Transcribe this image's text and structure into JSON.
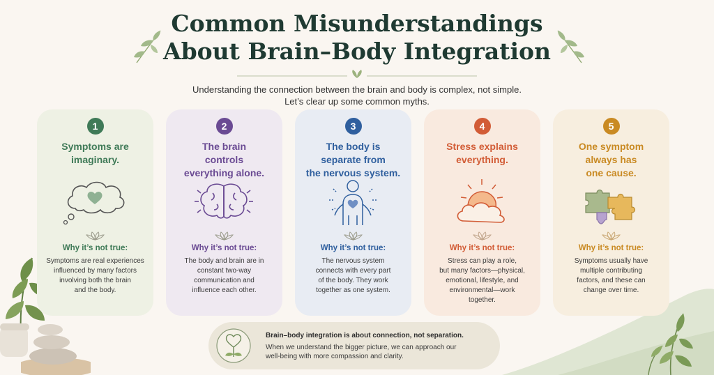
{
  "header": {
    "title_line1": "Common Misunderstandings",
    "title_line2": "About Brain–Body Integration",
    "subtitle_line1": "Understanding the connection between the brain and body is complex, not simple.",
    "subtitle_line2": "Let’s clear up some common myths."
  },
  "cards": [
    {
      "number": "1",
      "myth_line1": "Symptoms are",
      "myth_line2": "imaginary.",
      "myth_line3": "",
      "why": "Why it’s not true:",
      "expl_line1": "Symptoms are real experiences",
      "expl_line2": "influenced by many factors",
      "expl_line3": "involving both the brain",
      "expl_line4": "and the body.",
      "icon": "thought-bubble-heart-icon",
      "accent": "#3f7a57",
      "bg": "#eef1e4"
    },
    {
      "number": "2",
      "myth_line1": "The brain",
      "myth_line2": "controls",
      "myth_line3": "everything alone.",
      "why": "Why it’s not true:",
      "expl_line1": "The body and brain are in",
      "expl_line2": "constant two-way",
      "expl_line3": "communication and",
      "expl_line4": "influence each other.",
      "icon": "brain-icon",
      "accent": "#6a4a93",
      "bg": "#efe9f1"
    },
    {
      "number": "3",
      "myth_line1": "The body is",
      "myth_line2": "separate from",
      "myth_line3": "the nervous system.",
      "why": "Why it’s not true:",
      "expl_line1": "The nervous system",
      "expl_line2": "connects with every part",
      "expl_line3": "of the body. They work",
      "expl_line4": "together as one system.",
      "icon": "body-heart-icon",
      "accent": "#2f5f9e",
      "bg": "#e8ecf3"
    },
    {
      "number": "4",
      "myth_line1": "Stress explains",
      "myth_line2": "everything.",
      "myth_line3": "",
      "why": "Why it’s not true:",
      "expl_line1": "Stress can play a role,",
      "expl_line2": "but many factors—physical,",
      "expl_line3": "emotional, lifestyle, and",
      "expl_line4": "environmental—work",
      "expl_line5": "together.",
      "icon": "sun-cloud-icon",
      "accent": "#d25c36",
      "bg": "#f9eadf"
    },
    {
      "number": "5",
      "myth_line1": "One symptom",
      "myth_line2": "always has",
      "myth_line3": "one cause.",
      "why": "Why it’s not true:",
      "expl_line1": "Symptoms usually have",
      "expl_line2": "multiple contributing",
      "expl_line3": "factors, and these can",
      "expl_line4": "change over time.",
      "icon": "puzzle-pieces-icon",
      "accent": "#c98a23",
      "bg": "#f7eedf"
    }
  ],
  "banner": {
    "headline": "Brain–body integration is about connection, not separation.",
    "text_line1": "When we understand the bigger picture, we can approach our",
    "text_line2": "well-being with more compassion and clarity.",
    "icon": "heart-sprout-icon"
  }
}
